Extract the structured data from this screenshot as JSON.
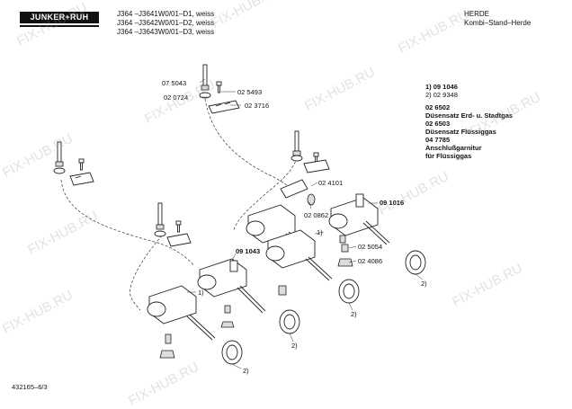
{
  "header": {
    "brand": "JUNKER+RUH",
    "models": [
      "J364 –J3641W0/01–D1, weiss",
      "J364 –J3642W0/01–D2, weiss",
      "J364 –J3643W0/01–D3, weiss"
    ],
    "category": "HERDE",
    "subcategory": "Kombi–Stand–Herde"
  },
  "part_labels": {
    "p075043": "07 5043",
    "p025493": "02 5493",
    "p020724": "02 0724",
    "p023716": "02 3716",
    "p024101": "02 4101",
    "p020862": "02 0862",
    "p091016": "09 1016",
    "p091043": "09 1043",
    "p025054": "02 5054",
    "p024086": "02 4086"
  },
  "callouts": {
    "c1": "1)",
    "c2": "2)"
  },
  "legend": [
    {
      "text": "1)  09 1046",
      "bold": true
    },
    {
      "text": "2)  02 9348",
      "bold": false
    },
    {
      "text": "02 6502",
      "bold": true
    },
    {
      "text": "Düsensatz Erd- u. Stadtgas",
      "bold": true
    },
    {
      "text": "02 6503",
      "bold": true
    },
    {
      "text": "Düsensatz Flüssiggas",
      "bold": true
    },
    {
      "text": "04 7785",
      "bold": true
    },
    {
      "text": "Anschlußgarnitur",
      "bold": true
    },
    {
      "text": "für Flüssiggas",
      "bold": true
    }
  ],
  "footer": {
    "doc_number": "432165–6/3"
  },
  "watermark": "FIX-HUB.RU"
}
